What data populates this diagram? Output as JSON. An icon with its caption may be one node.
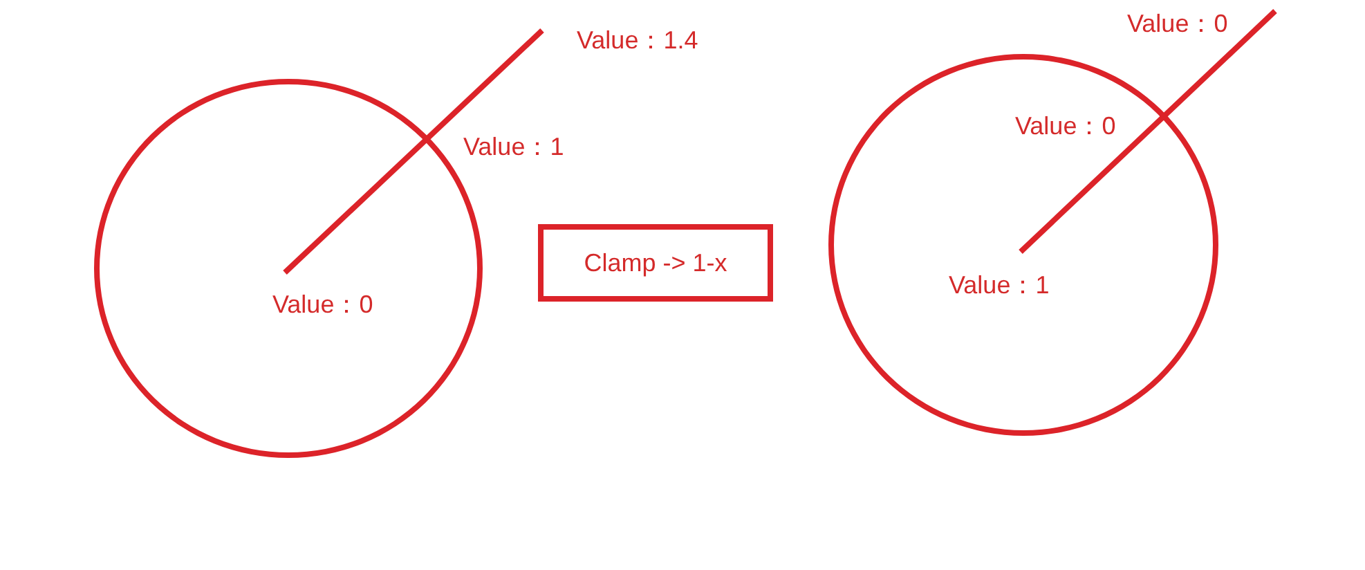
{
  "diagram": {
    "nodes": [
      {
        "text": [
          "Value：0"
        ]
      },
      {
        "text": [
          "Clamp -> 1-x"
        ]
      },
      {
        "text": [
          "Value：0",
          "Value：1"
        ]
      }
    ],
    "labels": [
      "Value：1.4",
      "Value：1",
      "Value：0"
    ]
  }
}
